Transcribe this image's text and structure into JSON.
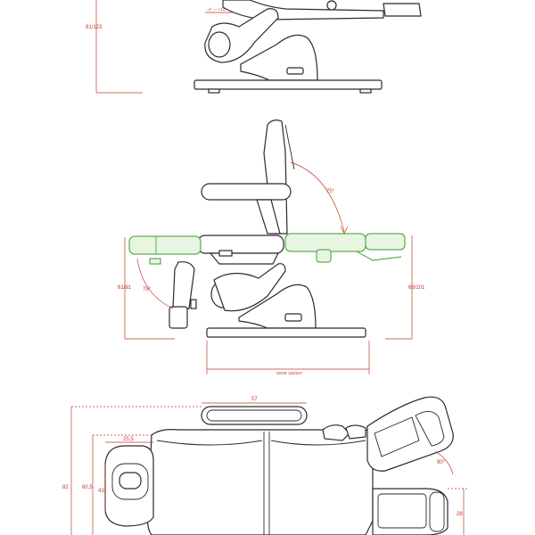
{
  "colors": {
    "outline": "#2b2b2b",
    "dimension": "#c0392b",
    "green_highlight": "#3a9b2f"
  },
  "top_view": {
    "range_label": "-4° — +12°",
    "height_label": "91/123"
  },
  "side_view": {
    "backrest_angle": "75°",
    "leg_angle": "75°",
    "left_height": "61/91",
    "right_height": "68/101",
    "base_width": "WIDE 183/207"
  },
  "plan_view": {
    "armrest_width": "57",
    "headrest_width": "25,5",
    "total_height": "82",
    "head_height": "60,5",
    "head_inner": "43",
    "foot_angle": "90°",
    "foot_width": "28"
  }
}
